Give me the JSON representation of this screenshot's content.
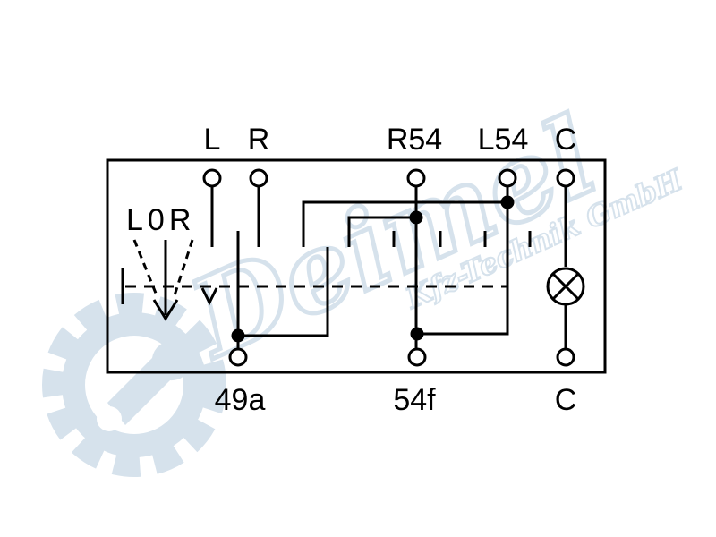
{
  "terminals": {
    "top": [
      "L",
      "R",
      "R54",
      "L54",
      "C"
    ],
    "bottom": [
      "49a",
      "54f",
      "C"
    ]
  },
  "switch_positions": "L0R",
  "watermark": {
    "name": "Deimel",
    "subtitle": "Kfz-Technik GmbH"
  },
  "colors": {
    "line": "#000000",
    "watermark": "#d6e2ec",
    "background": "#ffffff"
  },
  "icons": {
    "lamp": "lamp-cross-icon",
    "watermark_logo": "gear-wrench-icon"
  }
}
